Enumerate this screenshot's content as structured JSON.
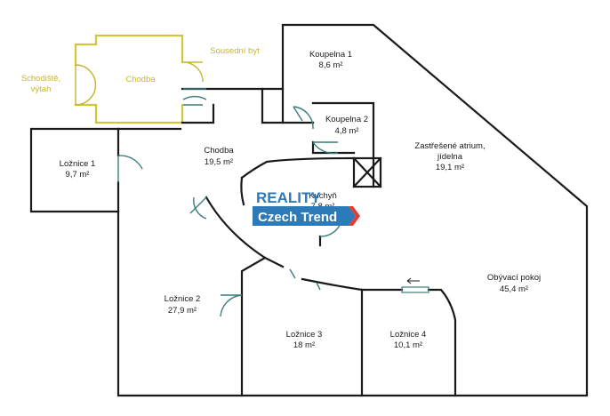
{
  "rooms": {
    "loznice1": {
      "name": "Ložnice 1",
      "area": "9,7 m²"
    },
    "chodba": {
      "name": "Chodba",
      "area": "19,5 m²"
    },
    "koupelna1": {
      "name": "Koupelna 1",
      "area": "8,6 m²"
    },
    "koupelna2": {
      "name": "Koupelna 2",
      "area": "4,8 m²"
    },
    "atrium": {
      "line1": "Zastřešené atrium,",
      "line2": "jídelna",
      "area": "19,1 m²"
    },
    "kuchyn": {
      "name": "Kuchyň",
      "area": "7,8 m²"
    },
    "obyvaci": {
      "name": "Obývací pokoj",
      "area": "45,4 m²"
    },
    "loznice2": {
      "name": "Ložnice 2",
      "area": "27,9 m²"
    },
    "loznice3": {
      "name": "Ložnice 3",
      "area": "18 m²"
    },
    "loznice4": {
      "name": "Ložnice 4",
      "area": "10,1 m²"
    }
  },
  "context": {
    "schodiste_line1": "Schodiště,",
    "schodiste_line2": "výtah",
    "chodba_shared": "Chodba",
    "sousedni_byt": "Sousední byt"
  },
  "logo": {
    "top": "REALITY",
    "bottom": "Czech Trend",
    "accent": "#e63a2e",
    "blue": "#2c7ab8"
  },
  "colors": {
    "walls": "#1a1a1a",
    "context_walls": "#d4c43a",
    "doors": "#3a7d7a"
  }
}
